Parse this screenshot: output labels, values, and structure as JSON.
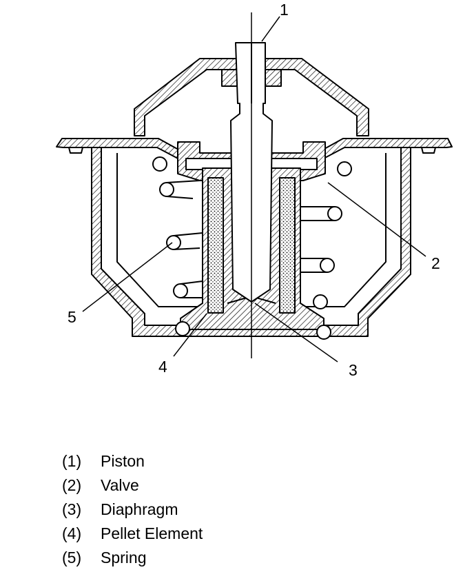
{
  "callouts": [
    "1",
    "2",
    "3",
    "4",
    "5"
  ],
  "legend": [
    {
      "num": "(1)",
      "label": "Piston"
    },
    {
      "num": "(2)",
      "label": "Valve"
    },
    {
      "num": "(3)",
      "label": "Diaphragm"
    },
    {
      "num": "(4)",
      "label": "Pellet Element"
    },
    {
      "num": "(5)",
      "label": "Spring"
    }
  ]
}
